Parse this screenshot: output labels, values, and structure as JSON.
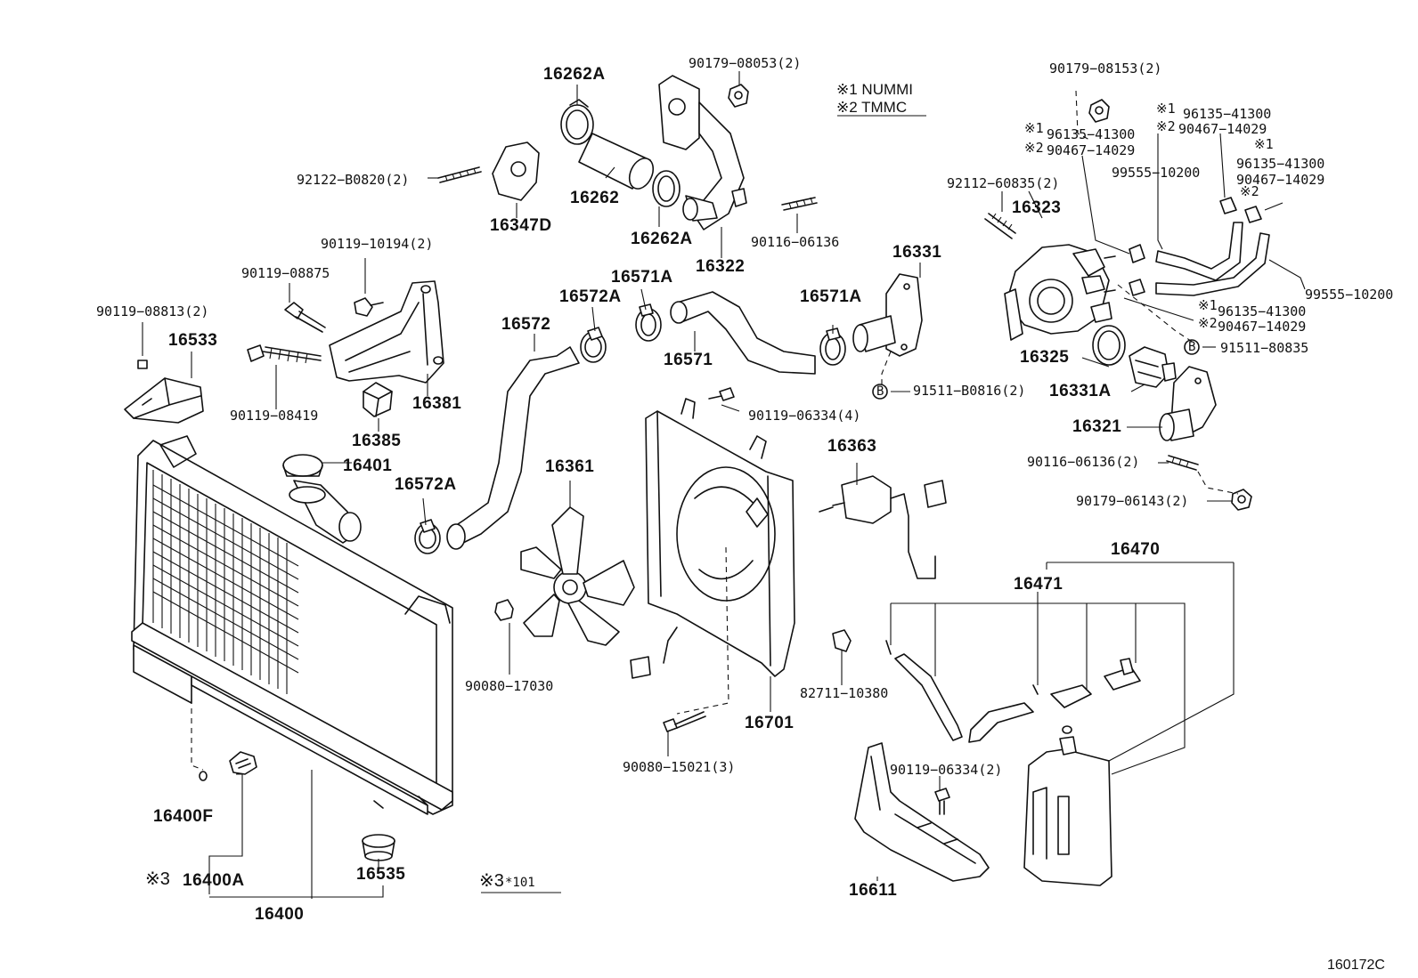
{
  "notes": {
    "note1": "※1 NUMMI",
    "note2": "※2 TMMC",
    "note3_mark": "※3",
    "note3_text": "*101",
    "ref3": "※3"
  },
  "diagram_id": "160172C",
  "parts": {
    "p16262A_top": "16262A",
    "p90179_08053": "90179−08053(2)",
    "p92122_B0820": "92122−B0820(2)",
    "p16262": "16262",
    "p16347D": "16347D",
    "p16262A_bot": "16262A",
    "p16322": "16322",
    "p90116_06136_top": "90116−06136",
    "p90179_08153": "90179−08153(2)",
    "m1_a": "※1",
    "m2_a": "※2",
    "p96135_41300_a": "96135−41300",
    "p90467_14029_a": "90467−14029",
    "m1_b": "※1",
    "m2_b": "※2",
    "p96135_41300_b": "96135−41300",
    "p90467_14029_b": "90467−14029",
    "m1_c": "※1",
    "p96135_41300_c": "96135−41300",
    "p90467_14029_c": "90467−14029",
    "m2_c": "※2",
    "p99555_10200_top": "99555−10200",
    "p92112_60835": "92112−60835(2)",
    "p16323": "16323",
    "p99555_10200_bot": "99555−10200",
    "m1_d": "※1",
    "p96135_41300_d": "96135−41300",
    "m2_d": "※2",
    "p90467_14029_d": "90467−14029",
    "p91511_80835": "91511−80835",
    "p16325": "16325",
    "p16331A": "16331A",
    "p90119_10194": "90119−10194(2)",
    "p90119_08875": "90119−08875",
    "p90119_08813": "90119−08813(2)",
    "p16533": "16533",
    "p90119_08419": "90119−08419",
    "p16381": "16381",
    "p16385": "16385",
    "p16571A_left": "16571A",
    "p16572A_top": "16572A",
    "p16572": "16572",
    "p16571": "16571",
    "p16571A_right": "16571A",
    "p16331": "16331",
    "p91511_B0816": "91511−B0816(2)",
    "p16321": "16321",
    "p90119_06334_top": "90119−06334(4)",
    "p16363": "16363",
    "p90116_06136_bot": "90116−06136(2)",
    "p90179_06143": "90179−06143(2)",
    "p16401": "16401",
    "p16572A_bot": "16572A",
    "p16361": "16361",
    "p16470": "16470",
    "p16471": "16471",
    "p90080_17030": "90080−17030",
    "p82711_10380": "82711−10380",
    "p16701": "16701",
    "p90080_15021": "90080−15021(3)",
    "p90119_06334_bot": "90119−06334(2)",
    "p16400F": "16400F",
    "p16400A": "16400A",
    "p16535": "16535",
    "p16400": "16400",
    "p16611": "16611",
    "b_a": "B",
    "b_b": "B"
  }
}
